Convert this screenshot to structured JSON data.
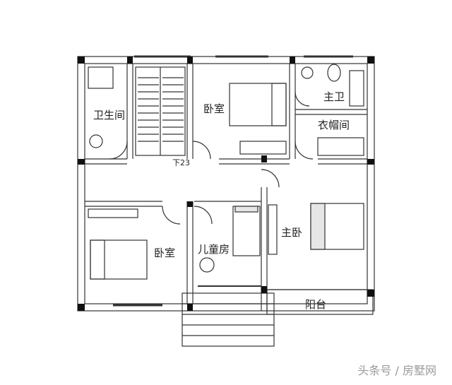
{
  "rooms": {
    "bathroom": "卫生间",
    "bedroom_top": "卧室",
    "master_bath": "主卫",
    "closet": "衣帽间",
    "master_bedroom": "主卧",
    "kids_room": "儿童房",
    "bedroom_bottom": "卧室",
    "balcony": "阳台"
  },
  "stair_label": "下23",
  "watermark": "头条号 / 房墅网"
}
